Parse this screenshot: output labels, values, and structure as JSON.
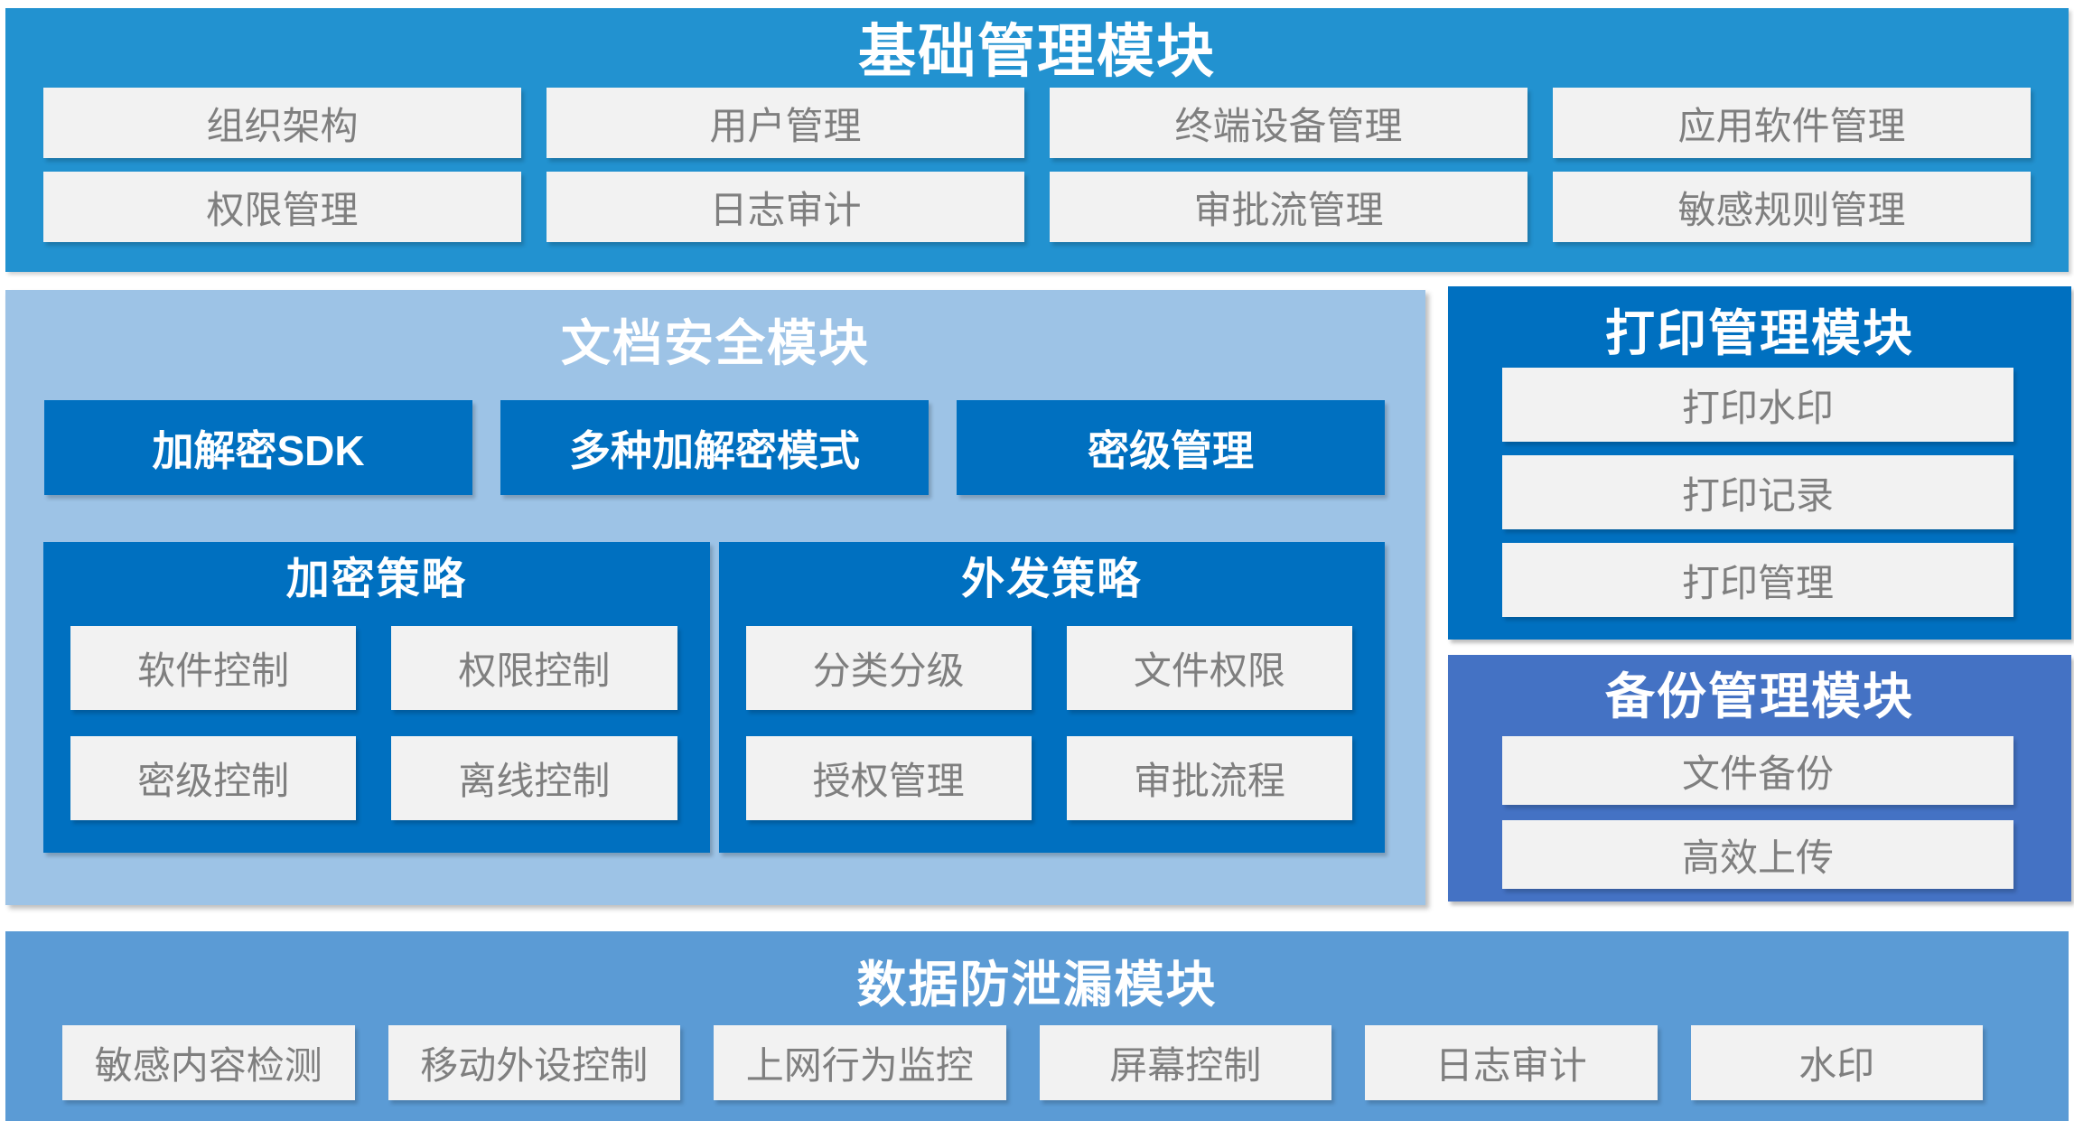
{
  "colors": {
    "base_blue": "#2292D0",
    "doc_panel": "#9DC3E6",
    "dark_blue": "#0070C0",
    "backup_blue": "#4472C4",
    "dlp_blue": "#5B9BD5",
    "button_bg": "#F2F2F2",
    "button_text": "#7F7F7F",
    "title_text": "#FFFFFF"
  },
  "modules": {
    "base": {
      "title": "基础管理模块",
      "items": [
        "组织架构",
        "用户管理",
        "终端设备管理",
        "应用软件管理",
        "权限管理",
        "日志审计",
        "审批流管理",
        "敏感规则管理"
      ]
    },
    "doc": {
      "title": "文档安全模块",
      "features": [
        "加解密SDK",
        "多种加解密模式",
        "密级管理"
      ],
      "encrypt_policy": {
        "title": "加密策略",
        "items": [
          "软件控制",
          "权限控制",
          "密级控制",
          "离线控制"
        ]
      },
      "outgoing_policy": {
        "title": "外发策略",
        "items": [
          "分类分级",
          "文件权限",
          "授权管理",
          "审批流程"
        ]
      }
    },
    "print": {
      "title": "打印管理模块",
      "items": [
        "打印水印",
        "打印记录",
        "打印管理"
      ]
    },
    "backup": {
      "title": "备份管理模块",
      "items": [
        "文件备份",
        "高效上传"
      ]
    },
    "dlp": {
      "title": "数据防泄漏模块",
      "items": [
        "敏感内容检测",
        "移动外设控制",
        "上网行为监控",
        "屏幕控制",
        "日志审计",
        "水印"
      ]
    }
  }
}
